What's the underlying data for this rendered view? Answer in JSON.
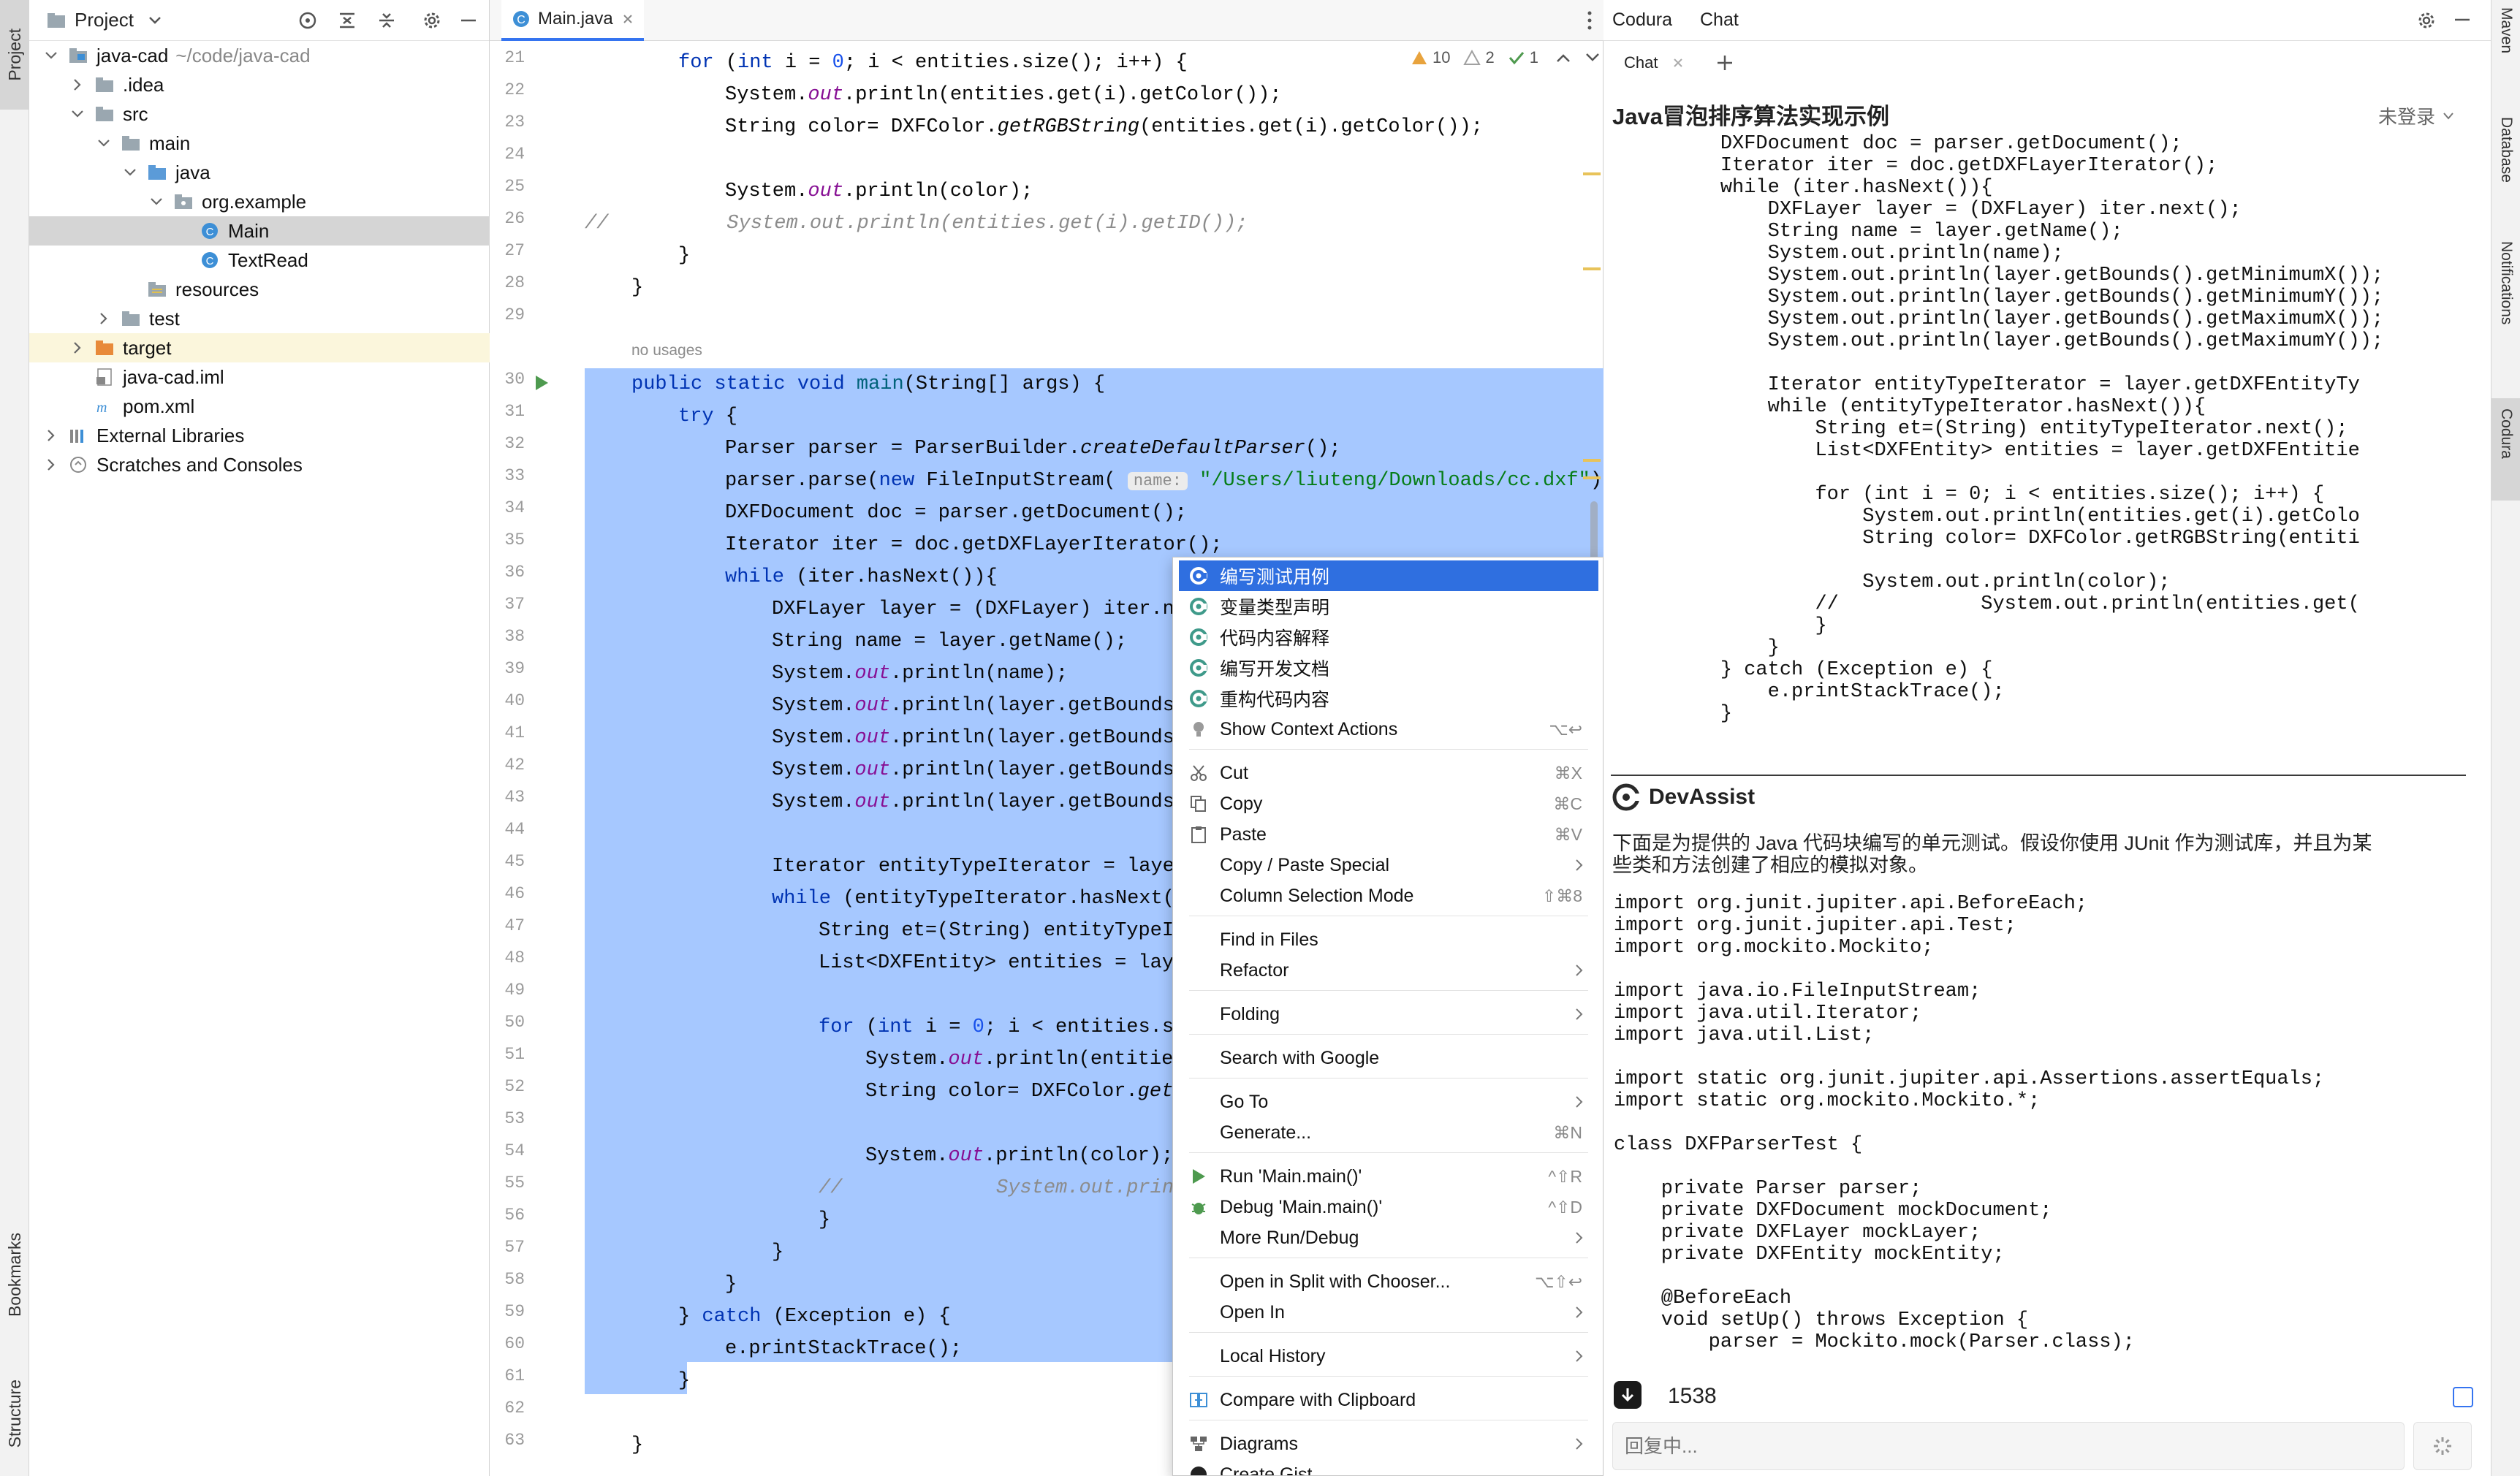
{
  "left_strip": {
    "project": "Project",
    "bookmarks": "Bookmarks",
    "structure": "Structure"
  },
  "project_panel": {
    "title": "Project",
    "tree": [
      {
        "label": "java-cad",
        "extra": "~/code/java-cad"
      },
      {
        "label": ".idea"
      },
      {
        "label": "src"
      },
      {
        "label": "main"
      },
      {
        "label": "java"
      },
      {
        "label": "org.example"
      },
      {
        "label": "Main"
      },
      {
        "label": "TextRead"
      },
      {
        "label": "resources"
      },
      {
        "label": "test"
      },
      {
        "label": "target"
      },
      {
        "label": "java-cad.iml"
      },
      {
        "label": "pom.xml"
      },
      {
        "label": "External Libraries"
      },
      {
        "label": "Scratches and Consoles"
      }
    ]
  },
  "editor": {
    "tab_label": "Main.java",
    "inspections": {
      "warnings": "10",
      "weak_warnings": "2",
      "ok": "1"
    },
    "no_usages": "no usages",
    "line_numbers": [
      "21",
      "22",
      "23",
      "24",
      "25",
      "26",
      "27",
      "28",
      "29",
      "30",
      "31",
      "32",
      "33",
      "34",
      "35",
      "36",
      "37",
      "38",
      "39",
      "40",
      "41",
      "42",
      "43",
      "44",
      "45",
      "46",
      "47",
      "48",
      "49",
      "50",
      "51",
      "52",
      "53",
      "54",
      "55",
      "56",
      "57",
      "58",
      "59",
      "60",
      "61",
      "62",
      "63"
    ]
  },
  "context_menu": {
    "items": [
      {
        "label": "编写测试用例",
        "shortcut": ""
      },
      {
        "label": "变量类型声明",
        "shortcut": ""
      },
      {
        "label": "代码内容解释",
        "shortcut": ""
      },
      {
        "label": "编写开发文档",
        "shortcut": ""
      },
      {
        "label": "重构代码内容",
        "shortcut": ""
      },
      {
        "label": "Show Context Actions",
        "shortcut": "⌥↩"
      },
      {
        "label": "Cut",
        "shortcut": "⌘X"
      },
      {
        "label": "Copy",
        "shortcut": "⌘C"
      },
      {
        "label": "Paste",
        "shortcut": "⌘V"
      },
      {
        "label": "Copy / Paste Special",
        "shortcut": ""
      },
      {
        "label": "Column Selection Mode",
        "shortcut": "⇧⌘8"
      },
      {
        "label": "Find in Files",
        "shortcut": ""
      },
      {
        "label": "Refactor",
        "shortcut": ""
      },
      {
        "label": "Folding",
        "shortcut": ""
      },
      {
        "label": "Search with Google",
        "shortcut": ""
      },
      {
        "label": "Go To",
        "shortcut": ""
      },
      {
        "label": "Generate...",
        "shortcut": "⌘N"
      },
      {
        "label": "Run 'Main.main()'",
        "shortcut": "^⇧R"
      },
      {
        "label": "Debug 'Main.main()'",
        "shortcut": "^⇧D"
      },
      {
        "label": "More Run/Debug",
        "shortcut": ""
      },
      {
        "label": "Open in Split with Chooser...",
        "shortcut": "⌥⇧↩"
      },
      {
        "label": "Open In",
        "shortcut": ""
      },
      {
        "label": "Local History",
        "shortcut": ""
      },
      {
        "label": "Compare with Clipboard",
        "shortcut": ""
      },
      {
        "label": "Diagrams",
        "shortcut": ""
      },
      {
        "label": "Create Gist...",
        "shortcut": ""
      }
    ]
  },
  "chat_panel": {
    "header_tabs": [
      "Codura",
      "Chat"
    ],
    "chat_tab": "Chat",
    "title": "Java冒泡排序算法实现示例",
    "login": "未登录",
    "assistant_name": "DevAssist",
    "assistant_intro_1": "下面是为提供的 Java 代码块编写的单元测试。假设你使用 JUnit 作为测试库，并且为某",
    "assistant_intro_2": "些类和方法创建了相应的模拟对象。",
    "token_count": "1538",
    "input_placeholder": "回复中..."
  },
  "right_strip": {
    "maven": "Maven",
    "database": "Database",
    "notifications": "Notifications",
    "codura": "Codura"
  },
  "colors": {
    "selection": "#a6c8ff",
    "menu_active": "#2f6fe0",
    "keyword": "#0033b3",
    "string": "#067d17",
    "field": "#871094"
  }
}
